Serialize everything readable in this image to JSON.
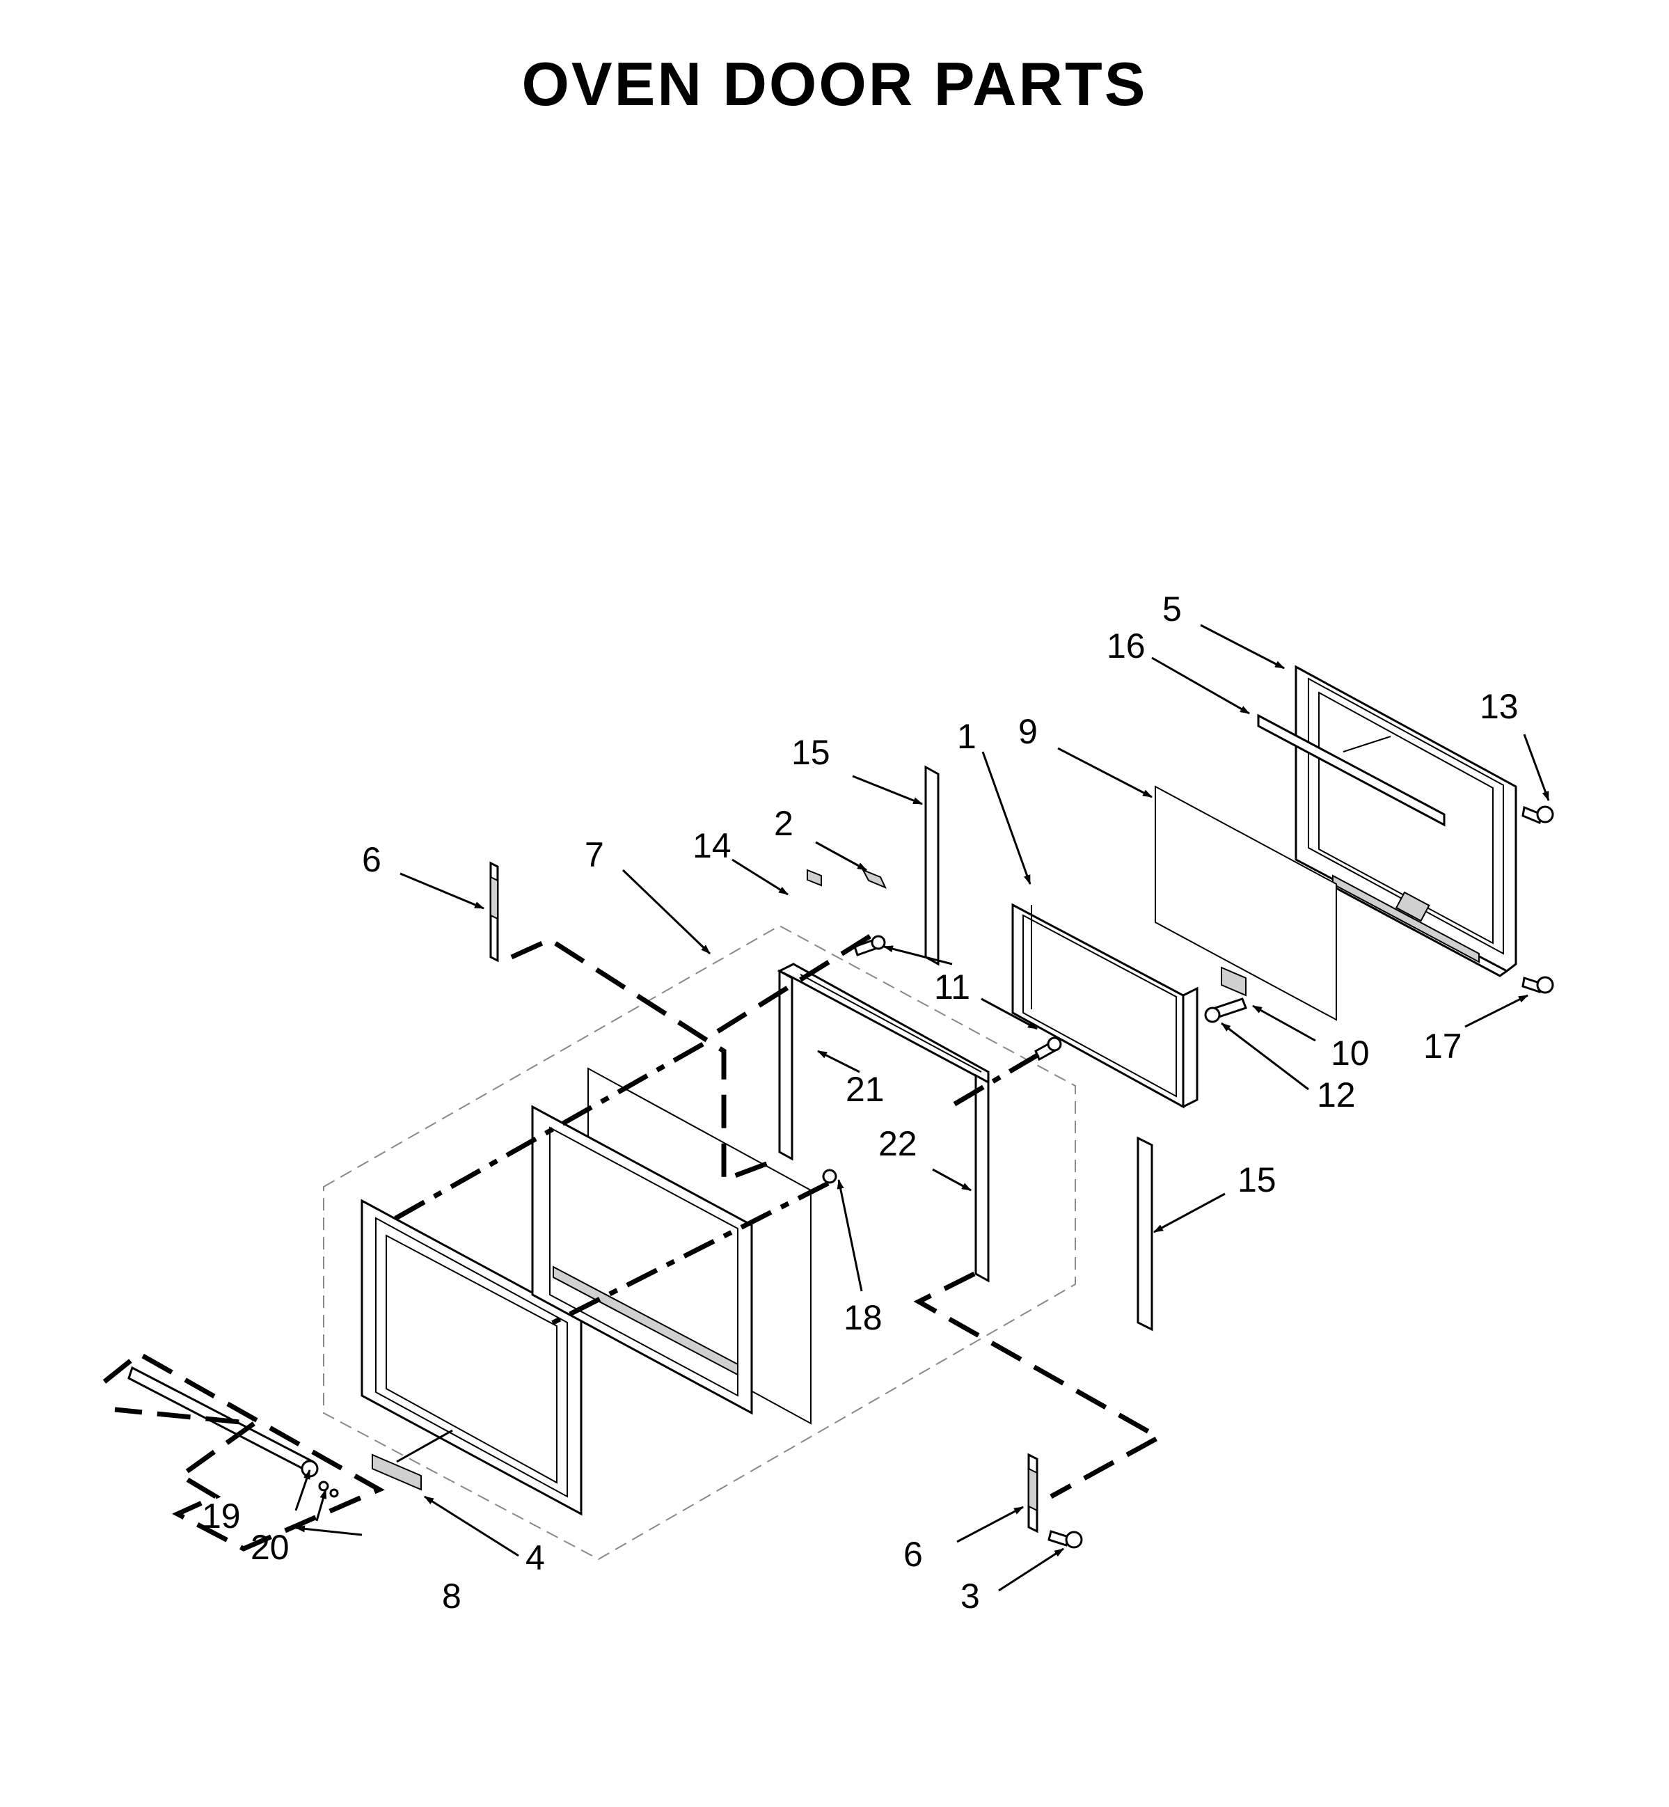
{
  "title": "OVEN DOOR PARTS",
  "callouts": [
    "1",
    "2",
    "3",
    "4",
    "5",
    "6",
    "6",
    "7",
    "8",
    "9",
    "10",
    "11",
    "12",
    "13",
    "14",
    "15",
    "15",
    "16",
    "17",
    "18",
    "19",
    "20",
    "21",
    "22"
  ]
}
